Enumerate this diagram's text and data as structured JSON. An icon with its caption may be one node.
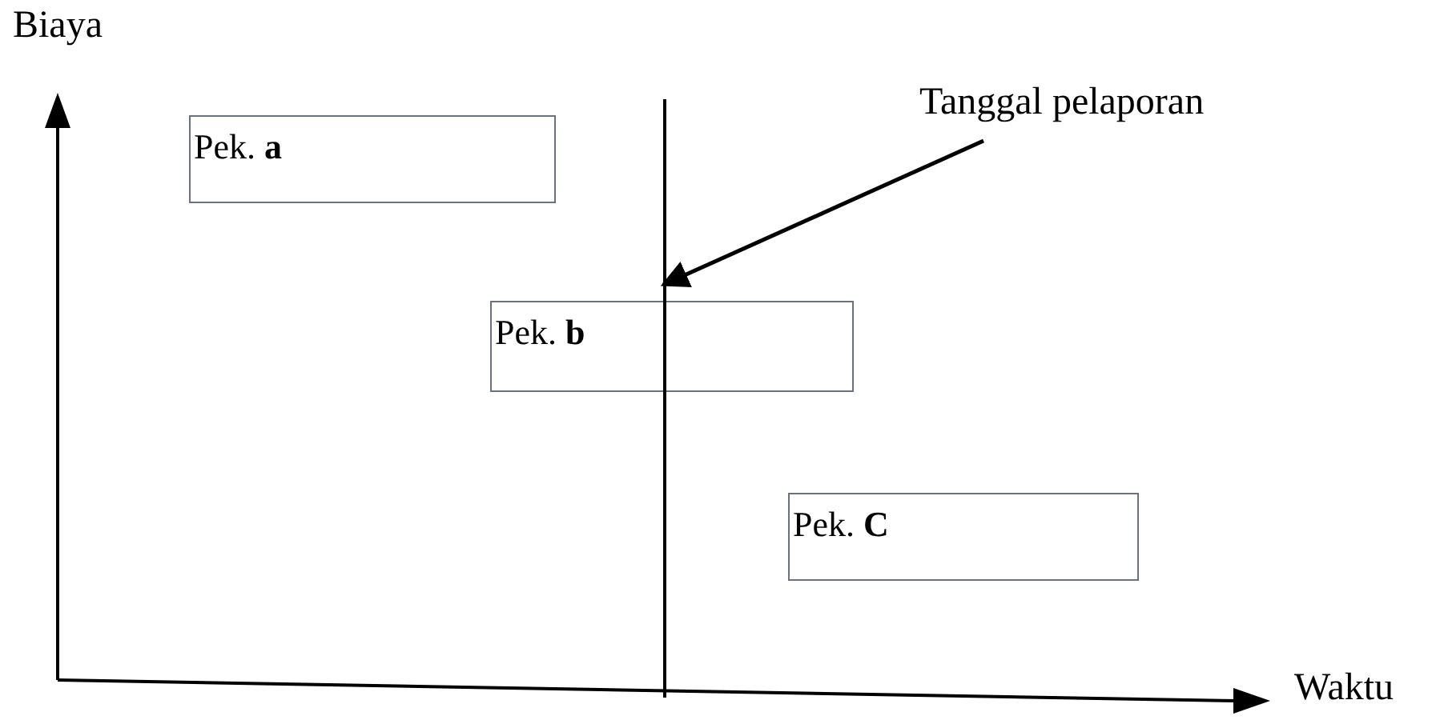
{
  "diagram": {
    "nodes": [
      {
        "text": [
          "Pek. **a**"
        ]
      },
      {
        "text": [
          "Pek. **b**"
        ]
      },
      {
        "text": [
          "Pek. **C**"
        ]
      },
      {
        "text": [
          "Tanggal pelaporan"
        ]
      },
      {
        "text": [],
        "shape": "line"
      }
    ],
    "edges": [
      {
        "from": 3,
        "to": 4,
        "arrow": "to"
      }
    ],
    "labels": [
      "Biaya",
      "Waktu"
    ]
  }
}
